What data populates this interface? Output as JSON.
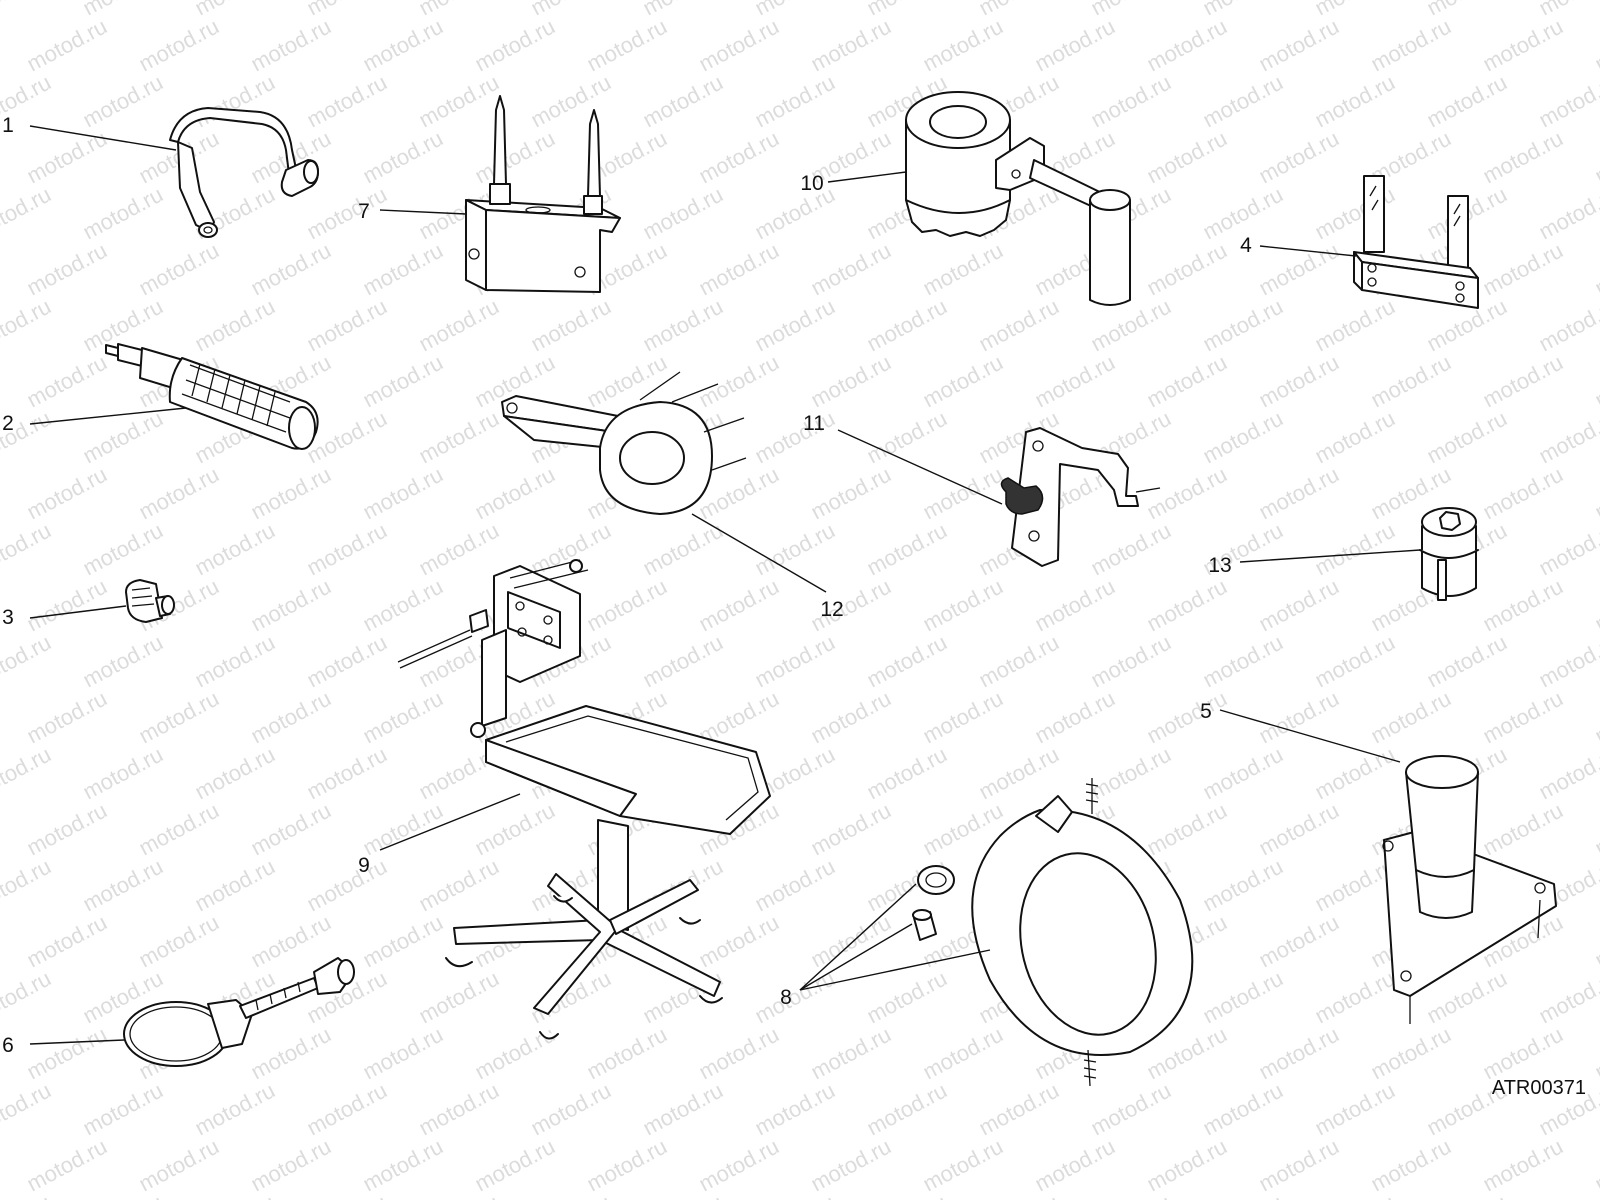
{
  "watermark": {
    "text": "motod.ru",
    "color": "#dcdcdc"
  },
  "drawing_code": "ATR00371",
  "callouts": [
    {
      "id": "1",
      "label": "1"
    },
    {
      "id": "2",
      "label": "2"
    },
    {
      "id": "3",
      "label": "3"
    },
    {
      "id": "4",
      "label": "4"
    },
    {
      "id": "5",
      "label": "5"
    },
    {
      "id": "6",
      "label": "6"
    },
    {
      "id": "7",
      "label": "7"
    },
    {
      "id": "8",
      "label": "8"
    },
    {
      "id": "9",
      "label": "9"
    },
    {
      "id": "10",
      "label": "10"
    },
    {
      "id": "11",
      "label": "11"
    },
    {
      "id": "12",
      "label": "12"
    },
    {
      "id": "13",
      "label": "13"
    }
  ]
}
